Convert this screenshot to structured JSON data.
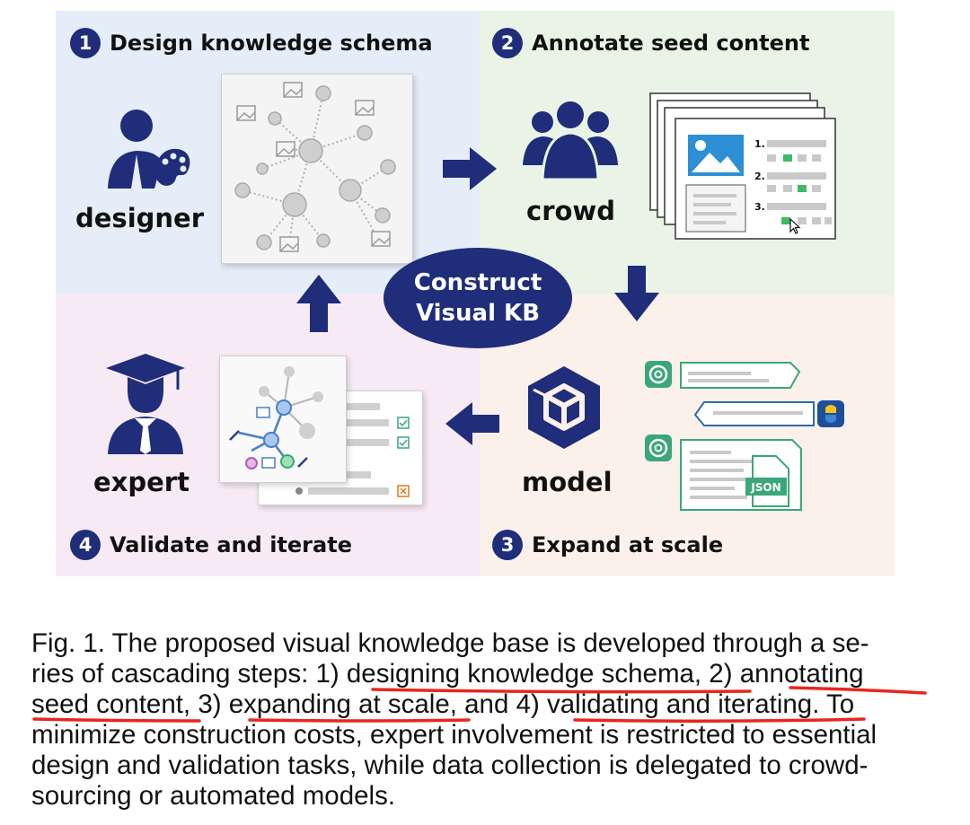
{
  "diagram": {
    "center_label": [
      "Construct",
      "Visual KB"
    ],
    "steps": [
      {
        "number": "1",
        "label": "Design knowledge schema"
      },
      {
        "number": "2",
        "label": "Annotate seed content"
      },
      {
        "number": "3",
        "label": "Expand at scale"
      },
      {
        "number": "4",
        "label": "Validate and iterate"
      }
    ],
    "roles": {
      "designer": "designer",
      "crowd": "crowd",
      "model": "model",
      "expert": "expert"
    },
    "list_numbers": [
      "1.",
      "2.",
      "3."
    ],
    "json_label": "JSON",
    "colors": {
      "navy": "#1f2d7a",
      "q1": "#e5edf8",
      "q2": "#e9f4e6",
      "q3": "#fbf0ea",
      "q4": "#f8eaf5",
      "highlight": "#e8261f",
      "openai_green": "#3aa67a"
    }
  },
  "caption": {
    "lines": [
      "Fig. 1. The proposed visual knowledge base is developed through a se-",
      "ries of cascading steps: 1) designing knowledge schema, 2) annotating",
      "seed content, 3) expanding at scale, and 4) validating and iterating. To",
      "minimize construction costs, expert involvement is restricted to essential",
      "design and validation tasks, while data collection is delegated to crowd-",
      "sourcing or automated models."
    ]
  }
}
